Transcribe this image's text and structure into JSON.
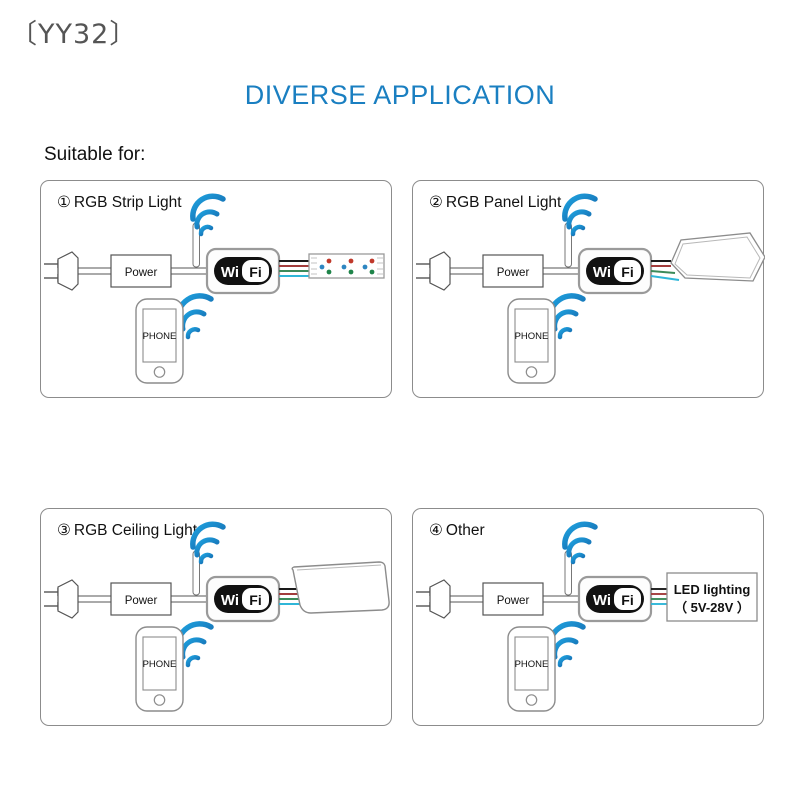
{
  "header": {
    "model_code": "〔YY32〕",
    "title": "DIVERSE APPLICATION",
    "title_color": "#1a7fc1",
    "suitable_label": "Suitable for:"
  },
  "common_labels": {
    "power": "Power",
    "phone": "PHONE",
    "wifi_left": "Wi",
    "wifi_right": "Fi"
  },
  "colors": {
    "accent_blue": "#1a7fc1",
    "wifi_signal": "#1e8fd5",
    "panel_border": "#8c8c8c",
    "line": "#555555",
    "wire_black": "#1a1a1a",
    "wire_red": "#a33c3c",
    "wire_green": "#3c8a5a",
    "wire_blue": "#2fb6d8",
    "led_red": "#c0392b",
    "led_green": "#1e8449",
    "led_blue": "#2e86c1"
  },
  "panels": [
    {
      "index": "①",
      "label": "RGB Strip Light",
      "name": "rgb-strip-light",
      "device": "led-strip",
      "power_label": "Power",
      "phone_label": "PHONE",
      "wifi_left": "Wi",
      "wifi_right": "Fi"
    },
    {
      "index": "②",
      "label": "RGB Panel Light",
      "name": "rgb-panel-light",
      "device": "flat-panel",
      "power_label": "Power",
      "phone_label": "PHONE",
      "wifi_left": "Wi",
      "wifi_right": "Fi"
    },
    {
      "index": "③",
      "label": "RGB Ceiling Light",
      "name": "rgb-ceiling-light",
      "device": "ceiling-fixture",
      "power_label": "Power",
      "phone_label": "PHONE",
      "wifi_left": "Wi",
      "wifi_right": "Fi"
    },
    {
      "index": "④",
      "label": "Other",
      "name": "other",
      "device": "led-lighting-box",
      "power_label": "Power",
      "phone_label": "PHONE",
      "wifi_left": "Wi",
      "wifi_right": "Fi",
      "device_line1": "LED lighting",
      "device_line2": "（ 5V-28V ）"
    }
  ]
}
